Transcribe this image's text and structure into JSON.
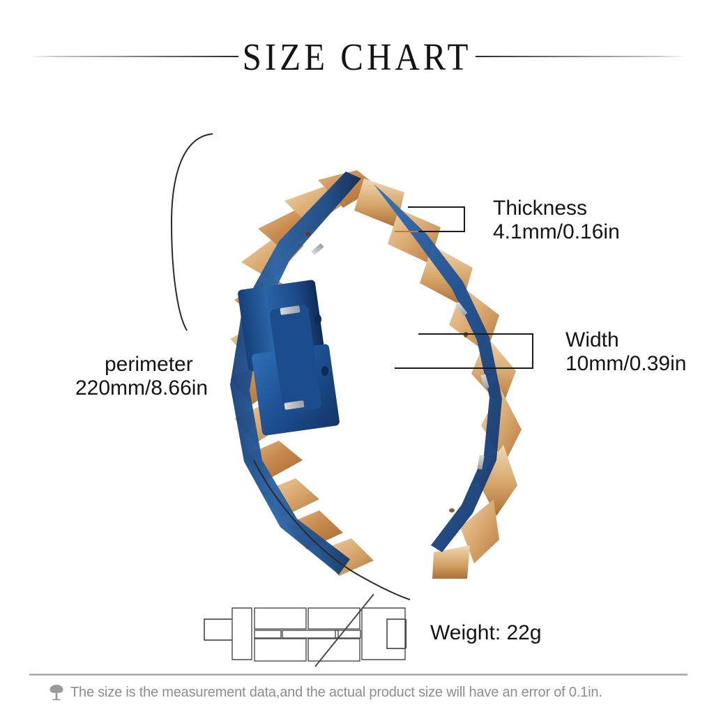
{
  "header": {
    "title": "SIZE CHART"
  },
  "product": {
    "type": "wooden-link-bracelet",
    "wood_color": "#c98a4d",
    "metal_color": "#1d4f91"
  },
  "callouts": [
    {
      "id": "thickness",
      "label": "Thickness",
      "value": "4.1mm/0.16in"
    },
    {
      "id": "width",
      "label": "Width",
      "value": "10mm/0.39in"
    },
    {
      "id": "perimeter",
      "label": "perimeter",
      "value": "220mm/8.66in"
    }
  ],
  "weight": {
    "label": "Weight: 22g"
  },
  "footer": {
    "icon": "tree-icon",
    "note": "The size is the measurement data,and the actual product size will have an error of 0.1in.",
    "text_color": "#8d8d8d"
  }
}
